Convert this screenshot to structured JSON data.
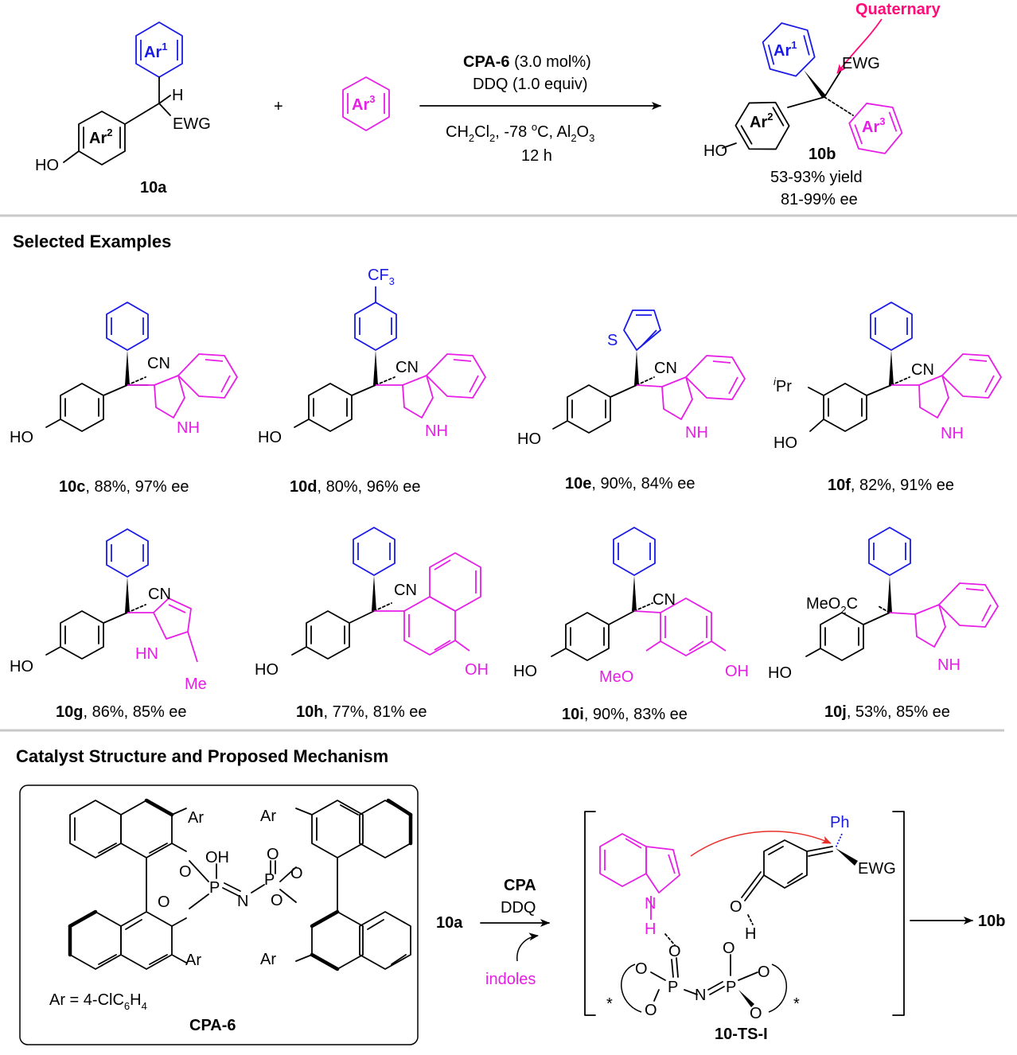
{
  "scheme": {
    "reactant_ar1": "Ar",
    "reactant_ar1_sup": "1",
    "reactant_ar2": "Ar",
    "reactant_ar2_sup": "2",
    "reactant_h": "H",
    "reactant_ewg": "EWG",
    "reactant_ho": "HO",
    "reactant_label": "10a",
    "plus": "+",
    "reagent_ar3": "Ar",
    "reagent_ar3_sup": "3",
    "cond_catalyst": "CPA-6",
    "cond_catalyst_loading": " (3.0 mol%)",
    "cond_oxidant": "DDQ (1.0 equiv)",
    "cond_solvent_pre": "CH",
    "cond_solvent_sub1": "2",
    "cond_solvent_mid": "Cl",
    "cond_solvent_sub2": "2",
    "cond_solvent_post": ", -78 ",
    "cond_degree": "o",
    "cond_solvent_c": "C, Al",
    "cond_al_sub": "2",
    "cond_o": "O",
    "cond_o_sub": "3",
    "cond_time": "12 h",
    "quaternary": "Quaternary",
    "product_ar1": "Ar",
    "product_ar1_sup": "1",
    "product_ar2": "Ar",
    "product_ar2_sup": "2",
    "product_ar3": "Ar",
    "product_ar3_sup": "3",
    "product_ewg": "EWG",
    "product_ho": "HO",
    "product_label": "10b",
    "yield_range": "53-93% yield",
    "ee_range": "81-99% ee"
  },
  "selected_heading": "Selected Examples",
  "examples": [
    {
      "id": "10c",
      "result": ", 88%, 97% ee"
    },
    {
      "id": "10d",
      "result": ", 80%, 96% ee"
    },
    {
      "id": "10e",
      "result": ", 90%, 84% ee"
    },
    {
      "id": "10f",
      "result": ", 82%, 91% ee"
    },
    {
      "id": "10g",
      "result": ", 86%, 85% ee"
    },
    {
      "id": "10h",
      "result": ", 77%, 81% ee"
    },
    {
      "id": "10i",
      "result": ", 90%, 83% ee"
    },
    {
      "id": "10j",
      "result": ", 53%, 85% ee"
    }
  ],
  "atoms": {
    "cn": "CN",
    "nh": "NH",
    "hn": "HN",
    "ho": "HO",
    "oh": "OH",
    "me": "Me",
    "meo": "MeO",
    "s": "S",
    "cf": "CF",
    "cf_sub": "3",
    "ipr_i": "i",
    "ipr": "Pr",
    "meo2c": "MeO",
    "meo2c_sub": "2",
    "meo2c_c": "C"
  },
  "catalyst_heading": "Catalyst Structure and Proposed Mechanism",
  "catalyst": {
    "ar_top_left": "Ar",
    "ar_bottom_left": "Ar",
    "ar_top_right": "Ar",
    "ar_bottom_right": "Ar",
    "oh": "OH",
    "o_double": "O",
    "o1": "O",
    "o2": "O",
    "o3": "O",
    "o4": "O",
    "p1": "P",
    "p2": "P",
    "n": "N",
    "ar_def_pre": "Ar = 4-ClC",
    "ar_def_sub1": "6",
    "ar_def_h": "H",
    "ar_def_sub2": "4",
    "name": "CPA-6"
  },
  "mechanism": {
    "start": "10a",
    "reagent1": "CPA",
    "reagent2": "DDQ",
    "additive": "indoles",
    "ph": "Ph",
    "ewg": "EWG",
    "n": "N",
    "h1": "H",
    "o_h_acc": "O",
    "h2": "H",
    "o_carbonyl": "O",
    "o_oh": "O",
    "p1": "P",
    "p2": "P",
    "n_bridge": "N",
    "o_ring1": "O",
    "o_ring2": "O",
    "o_ring3": "O",
    "o_ring4": "O",
    "star1": "*",
    "star2": "*",
    "ts_label": "10-TS-I",
    "product": "10b"
  }
}
